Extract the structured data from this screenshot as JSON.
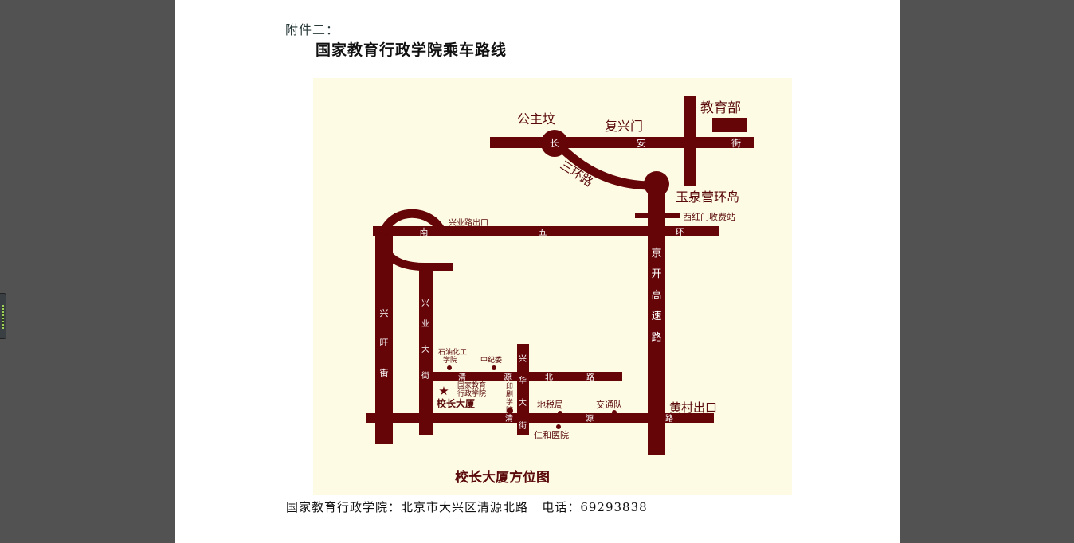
{
  "document": {
    "attachment_label": "附件二：",
    "title": "国家教育行政学院乘车路线",
    "footer_address": "国家教育行政学院：北京市大兴区清源北路",
    "footer_phone_label": "电话：69293838"
  },
  "map": {
    "caption": "校长大厦方位图",
    "places": {
      "gongzhufen": "公主坟",
      "fuxingmen": "复兴门",
      "ministry": "教育部",
      "yuquanying": "玉泉营环岛",
      "xihongmen_toll": "西红门收费站",
      "xingye_exit": "兴业路出口",
      "huangcun_exit": "黄村出口",
      "petro_college": "石油化工\n学院",
      "discipline_committee": "中纪委",
      "academy": "国家教育\n行政学院",
      "principal_building": "校长大厦",
      "print_college": "印刷学院",
      "tax_bureau": "地税局",
      "traffic_team": "交通队",
      "renhe_hospital": "仁和医院"
    },
    "roads": {
      "changan": [
        "长",
        "安",
        "街"
      ],
      "third_ring": "三环路",
      "south_fifth_ring": [
        "南",
        "五",
        "环"
      ],
      "jingkai": [
        "京",
        "开",
        "高",
        "速",
        "路"
      ],
      "xingwang": [
        "兴",
        "旺",
        "街"
      ],
      "xingye": [
        "兴",
        "业",
        "大",
        "街"
      ],
      "xinghua": [
        "兴",
        "华",
        "大",
        "街"
      ],
      "qingyuan_north": [
        "清",
        "源",
        "北",
        "路"
      ],
      "qingyuan_road": [
        "清",
        "源",
        "路"
      ]
    },
    "colors": {
      "road": "#650508",
      "background": "#fefbe4",
      "label": "#5a0a0a"
    }
  }
}
